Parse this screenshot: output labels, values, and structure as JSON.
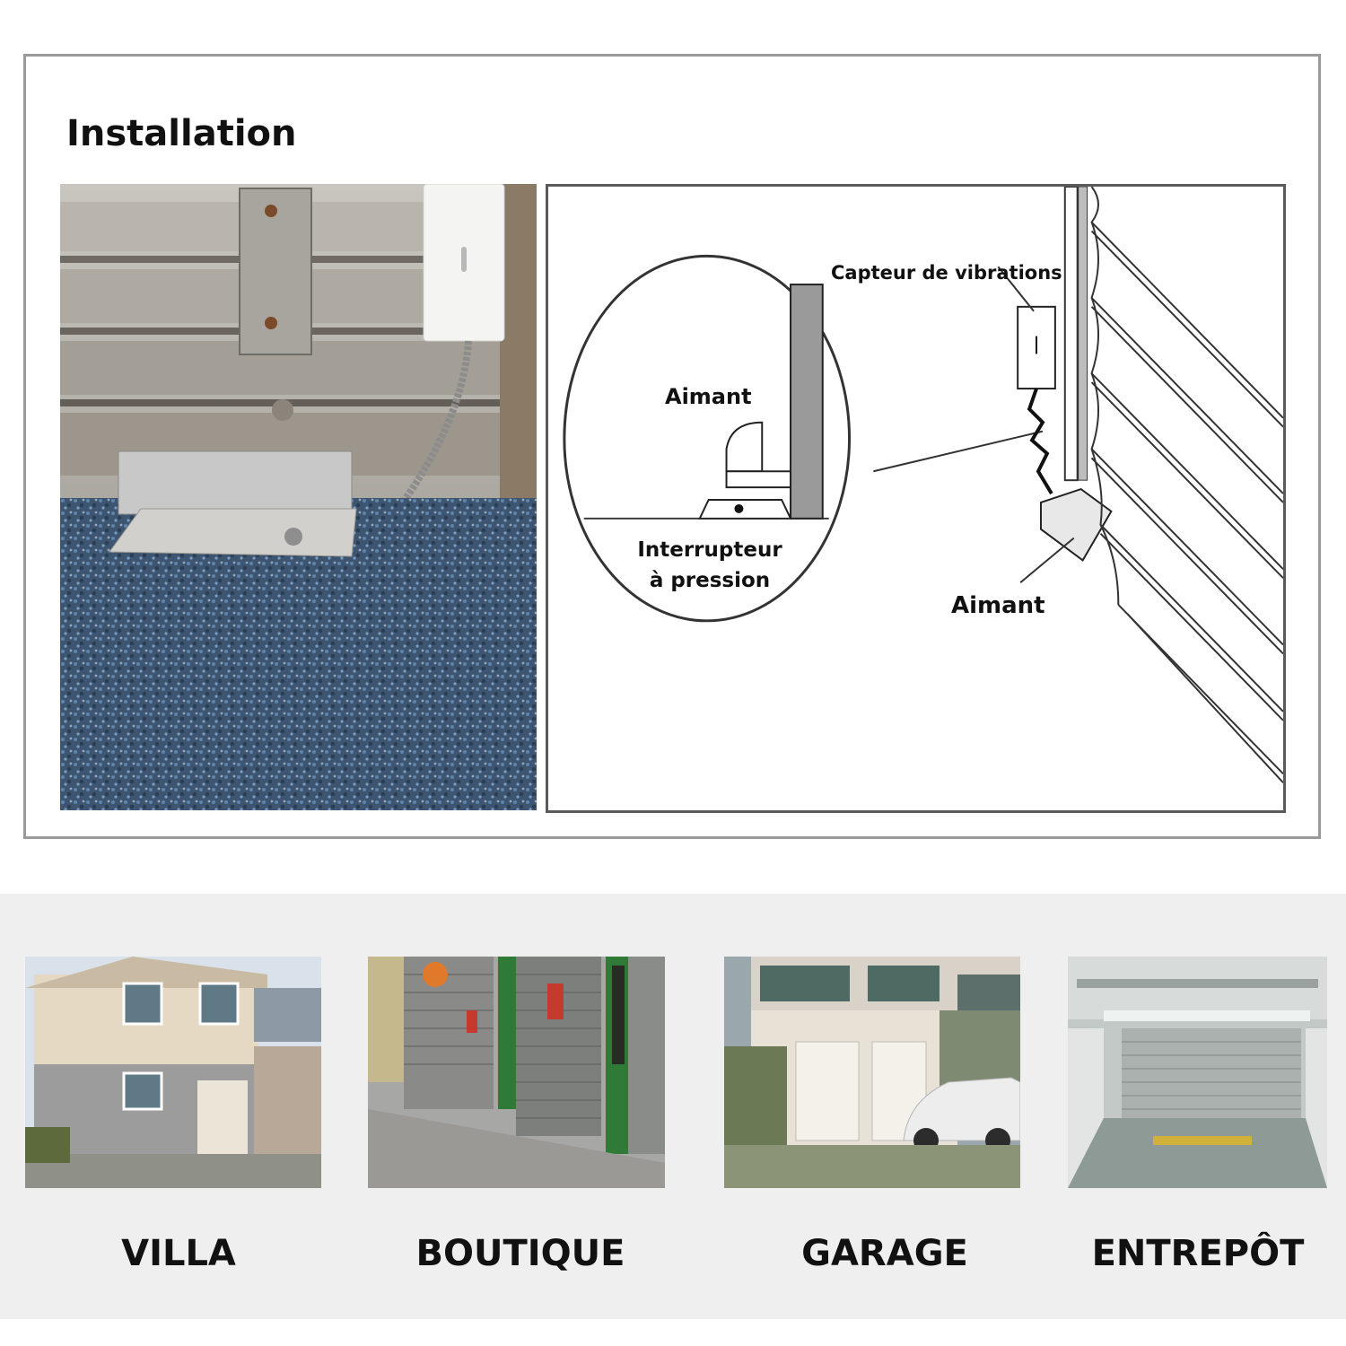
{
  "installation": {
    "title": "Installation",
    "labels": {
      "vibration_sensor": "Capteur de vibrations",
      "magnet_detail": "Aimant",
      "pressure_switch": "Interrupteur à pression",
      "magnet_main": "Aimant"
    }
  },
  "applications": [
    {
      "label": "VILLA"
    },
    {
      "label": "BOUTIQUE"
    },
    {
      "label": "GARAGE"
    },
    {
      "label": "ENTREPÔT"
    }
  ],
  "colors": {
    "frame_border": "#9a9a9a",
    "band_background": "#efefef",
    "text": "#111111"
  }
}
